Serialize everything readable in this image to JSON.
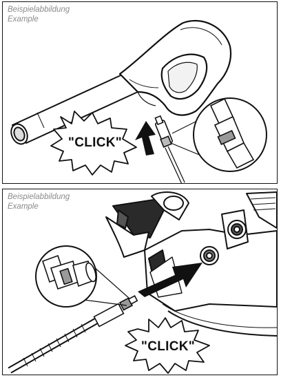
{
  "panels": [
    {
      "caption_de": "Beispielabbildung",
      "caption_en": "Example",
      "click_label": "\"CLICK\""
    },
    {
      "caption_de": "Beispielabbildung",
      "caption_en": "Example",
      "click_label": "\"CLICK\""
    }
  ]
}
